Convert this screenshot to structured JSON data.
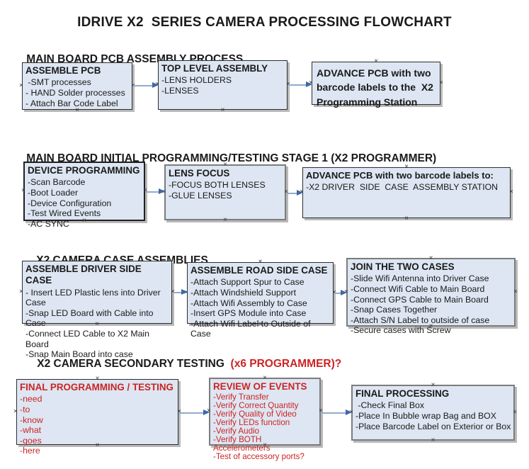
{
  "title": "IDRIVE X2  SERIES CAMERA PROCESSING FLOWCHART",
  "colors": {
    "box_fill": "#dde6f2",
    "red_text": "#cc2424",
    "connector_line": "#92abcc",
    "connector_arrowhead": "#3c68ab",
    "anchor_marker": "#3a3a3a"
  },
  "icons": {
    "anchor_marker": "×"
  },
  "sections": [
    {
      "heading": "MAIN BOARD PCB ASSEMBLY PROCESS",
      "heading_red": "",
      "boxes": [
        {
          "title": "ASSEMBLE PCB",
          "items": [
            " -SMT processes",
            "- HAND Solder processes",
            "- Attach Bar Code Label"
          ]
        },
        {
          "title": "TOP LEVEL ASSEMBLY",
          "items": [
            "-LENS HOLDERS",
            "-LENSES"
          ]
        },
        {
          "title": "ADVANCE PCB with two barcode labels to the  X2 Programming Station",
          "items": []
        }
      ]
    },
    {
      "heading": "MAIN BOARD INITIAL PROGRAMMING/TESTING STAGE 1 (X2 PROGRAMMER)",
      "heading_red": "",
      "boxes": [
        {
          "title": "DEVICE PROGRAMMING",
          "items": [
            "-Scan Barcode",
            "-Boot Loader",
            "-Device Configuration",
            "-Test Wired Events",
            "-AC SYNC"
          ]
        },
        {
          "title": "LENS FOCUS",
          "items": [
            "-FOCUS BOTH LENSES",
            "-GLUE LENSES"
          ]
        },
        {
          "title": "ADVANCE PCB with two barcode labels to:",
          "items": [
            "-X2 DRIVER  SIDE  CASE  ASSEMBLY STATION"
          ]
        }
      ]
    },
    {
      "heading": "X2 CAMERA CASE ASSEMBLIES",
      "heading_red": "",
      "boxes": [
        {
          "title": "ASSEMBLE DRIVER SIDE CASE",
          "items": [
            "- Insert LED Plastic lens into Driver Case",
            "-Snap LED Board with Cable into Case",
            "-Connect LED Cable to X2 Main Board",
            "-Snap Main Board into case"
          ]
        },
        {
          "title": "ASSEMBLE ROAD SIDE CASE",
          "items": [
            "-Attach Support Spur to Case",
            "-Attach Windshield Support",
            "-Attach Wifi Assembly to Case",
            "-Insert GPS Module into Case",
            "-Attach Wifi Label to Outside of Case"
          ]
        },
        {
          "title": "JOIN THE TWO CASES",
          "items": [
            "-Slide Wifi Antenna into Driver Case",
            "-Connect Wifi Cable to Main Board",
            "-Connect GPS Cable to Main Board",
            "-Snap Cases Together",
            "-Attach S/N Label to outside of case",
            "-Secure cases with Screw"
          ]
        }
      ]
    },
    {
      "heading": "X2 CAMERA SECONDARY TESTING  ",
      "heading_red": "(x6 PROGRAMMER)?",
      "boxes": [
        {
          "title": "FINAL PROGRAMMING / TESTING",
          "items": [
            "-need",
            "-to",
            "-know",
            "-what",
            "-goes",
            "-here"
          ]
        },
        {
          "title": "REVIEW OF EVENTS",
          "items": [
            "-Verify Transfer",
            "-Verify Correct Quantity",
            "-Verify Quality of Video",
            "-Verify LEDs function",
            "-Verify Audio",
            "-Verify BOTH Accelerometers",
            "-Test of accessory ports?"
          ]
        },
        {
          "title": "FINAL PROCESSING",
          "items": [
            " -Check Final Box",
            "-Place In Bubble wrap Bag and BOX",
            "-Place Barcode Label on Exterior or Box"
          ]
        }
      ]
    }
  ]
}
